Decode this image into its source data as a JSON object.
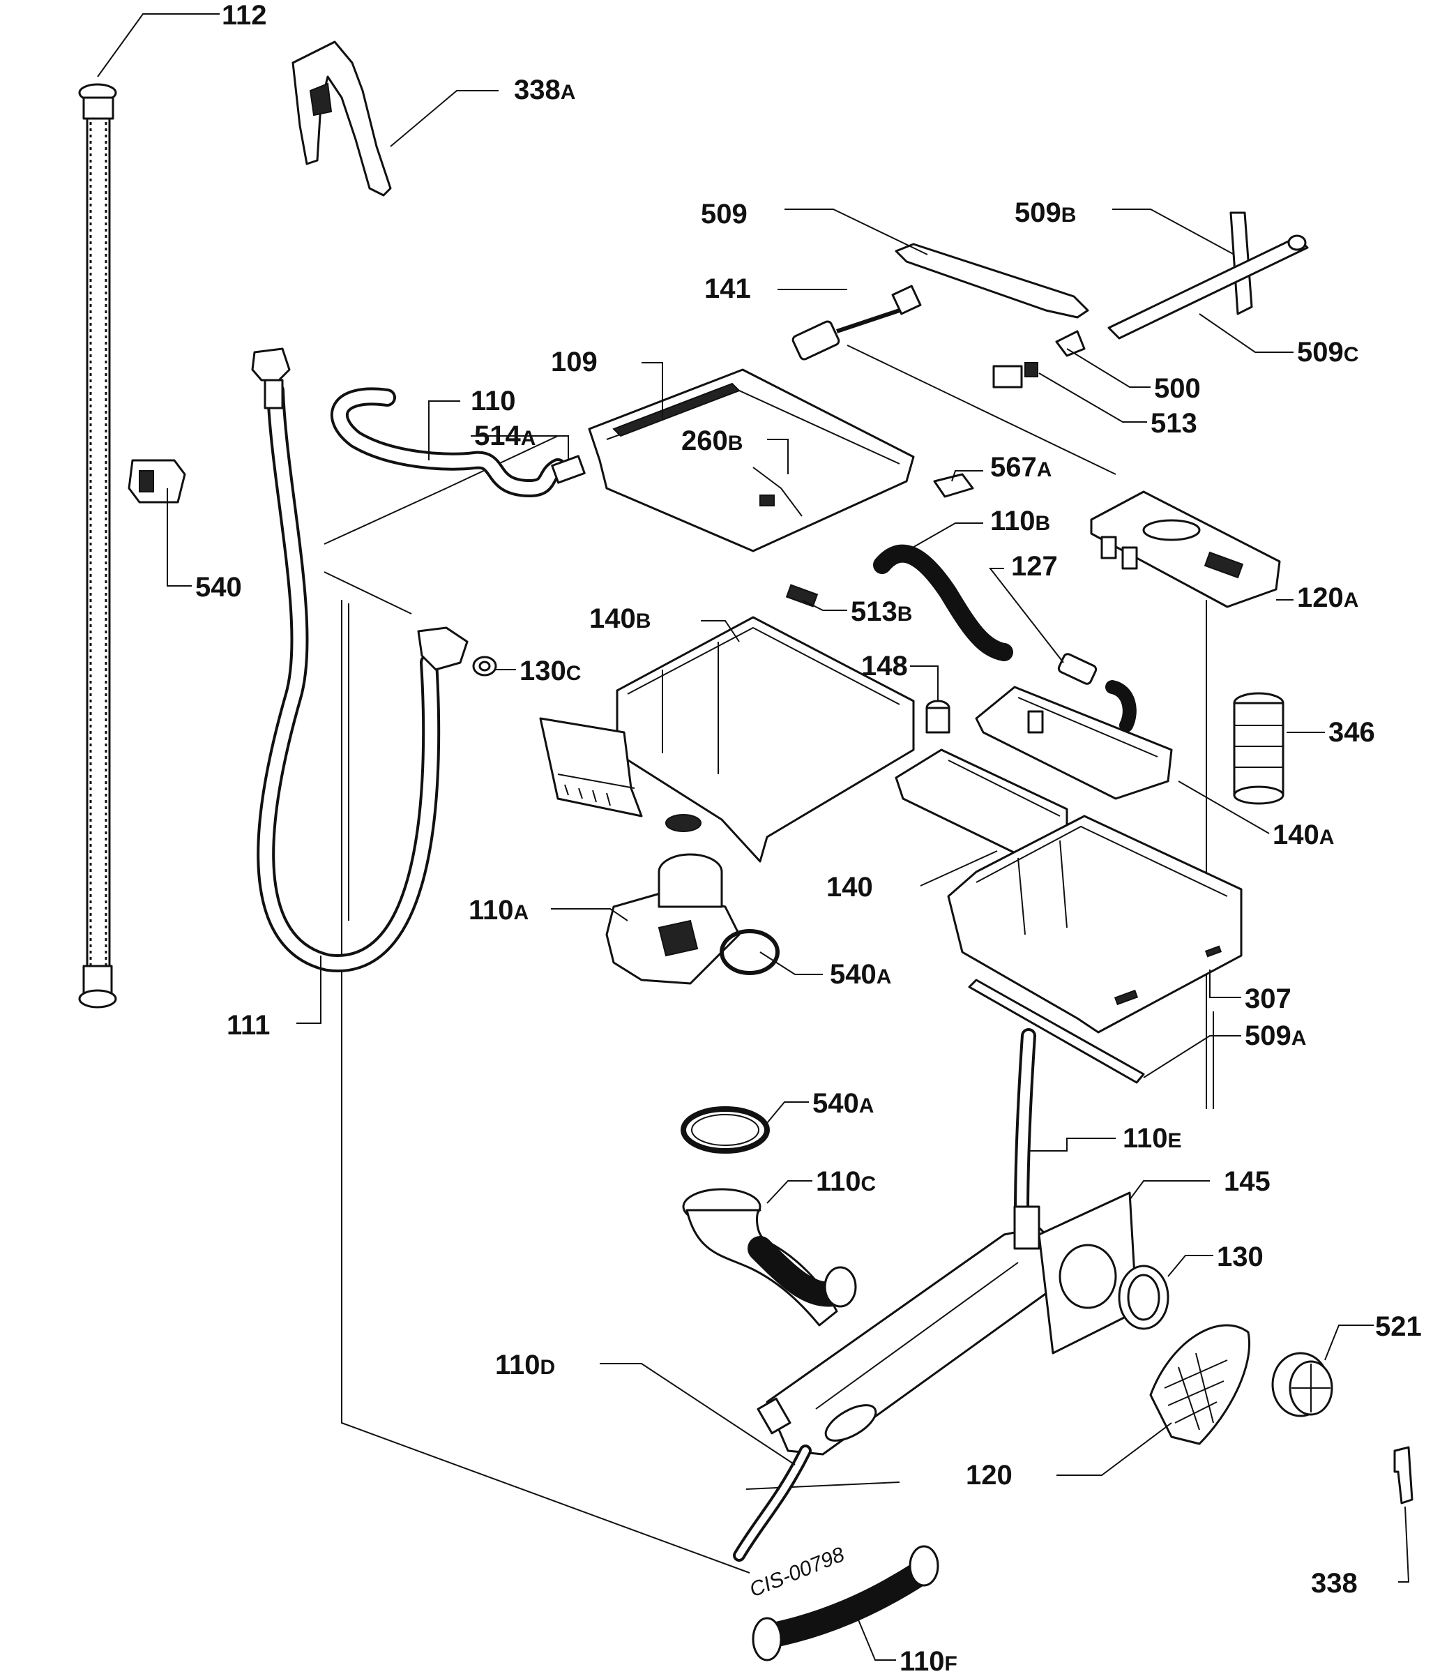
{
  "labels": {
    "p112": "112",
    "p338A_main": "338",
    "p338A_sub": "A",
    "p509": "509",
    "p509B_main": "509",
    "p509B_sub": "B",
    "p141": "141",
    "p509C_main": "509",
    "p509C_sub": "C",
    "p109": "109",
    "p500": "500",
    "p110": "110",
    "p514A_main": "514",
    "p514A_sub": "A",
    "p513": "513",
    "p260B_main": "260",
    "p260B_sub": "B",
    "p567A_main": "567",
    "p567A_sub": "A",
    "p110B_main": "110",
    "p110B_sub": "B",
    "p127": "127",
    "p120A_main": "120",
    "p120A_sub": "A",
    "p540": "540",
    "p140B_main": "140",
    "p140B_sub": "B",
    "p513B_main": "513",
    "p513B_sub": "B",
    "p148": "148",
    "p130C_main": "130",
    "p130C_sub": "C",
    "p346": "346",
    "p140A_main": "140",
    "p140A_sub": "A",
    "p140": "140",
    "p110A_main": "110",
    "p110A_sub": "A",
    "p540A1_main": "540",
    "p540A1_sub": "A",
    "p307": "307",
    "p111": "111",
    "p509A_main": "509",
    "p509A_sub": "A",
    "p540A2_main": "540",
    "p540A2_sub": "A",
    "p110E_main": "110",
    "p110E_sub": "E",
    "p145": "145",
    "p110C_main": "110",
    "p110C_sub": "C",
    "p130": "130",
    "p521": "521",
    "p110D_main": "110",
    "p110D_sub": "D",
    "p120": "120",
    "p338": "338",
    "p110F_main": "110",
    "p110F_sub": "F"
  },
  "drawing_code": "CIS-00798"
}
